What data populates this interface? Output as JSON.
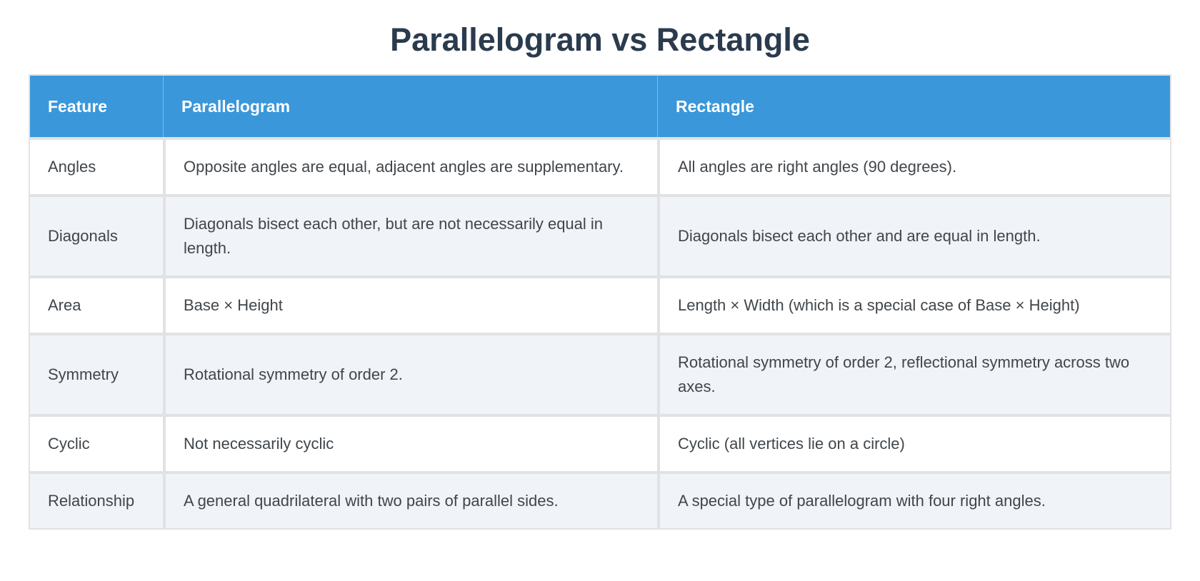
{
  "page": {
    "title": "Parallelogram vs Rectangle"
  },
  "table": {
    "columns": [
      {
        "label": "Feature"
      },
      {
        "label": "Parallelogram"
      },
      {
        "label": "Rectangle"
      }
    ],
    "rows": [
      {
        "feature": "Angles",
        "parallelogram": "Opposite angles are equal, adjacent angles are supplementary.",
        "rectangle": "All angles are right angles (90 degrees)."
      },
      {
        "feature": "Diagonals",
        "parallelogram": "Diagonals bisect each other, but are not necessarily equal in length.",
        "rectangle": "Diagonals bisect each other and are equal in length."
      },
      {
        "feature": "Area",
        "parallelogram": "Base × Height",
        "rectangle": "Length × Width (which is a special case of Base × Height)"
      },
      {
        "feature": "Symmetry",
        "parallelogram": "Rotational symmetry of order 2.",
        "rectangle": "Rotational symmetry of order 2, reflectional symmetry across two axes."
      },
      {
        "feature": "Cyclic",
        "parallelogram": "Not necessarily cyclic",
        "rectangle": "Cyclic (all vertices lie on a circle)"
      },
      {
        "feature": "Relationship",
        "parallelogram": "A general quadrilateral with two pairs of parallel sides.",
        "rectangle": "A special type of parallelogram with four right angles."
      }
    ]
  },
  "colors": {
    "header_bg": "#3a97da",
    "header_text": "#ffffff",
    "title_text": "#2b3b4e",
    "body_text": "#40464b",
    "row_bg": "#ffffff",
    "row_alt_bg": "#f0f3f8",
    "border": "#e0e2e4"
  }
}
